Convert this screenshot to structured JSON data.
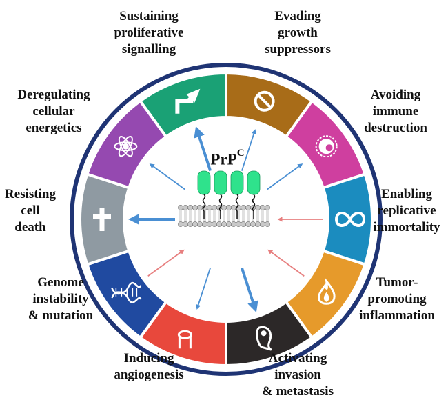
{
  "center": {
    "protein": "PrP",
    "superscript": "C"
  },
  "hallmarks": [
    {
      "id": "sustaining-proliferative-signalling",
      "lines": [
        "Sustaining",
        "proliferative",
        "signalling"
      ],
      "color": "#1aa175",
      "icon": "bent-arrow-icon",
      "arrow_color": "#4a8fd3"
    },
    {
      "id": "evading-growth-suppressors",
      "lines": [
        "Evading",
        "growth",
        "suppressors"
      ],
      "color": "#a86c18",
      "icon": "prohibition-icon",
      "arrow_color": "#4a8fd3"
    },
    {
      "id": "avoiding-immune-destruction",
      "lines": [
        "Avoiding",
        "immune",
        "destruction"
      ],
      "color": "#cf3f9f",
      "icon": "immune-cell-icon",
      "arrow_color": "#4a8fd3"
    },
    {
      "id": "enabling-replicative-immortality",
      "lines": [
        "Enabling",
        "replicative",
        "immortality"
      ],
      "color": "#1b8cbf",
      "icon": "infinity-icon",
      "arrow_color": "#e77f7f"
    },
    {
      "id": "tumor-promoting-inflammation",
      "lines": [
        "Tumor-",
        "promoting",
        "inflammation"
      ],
      "color": "#e69a2b",
      "icon": "flame-icon",
      "arrow_color": "#e77f7f"
    },
    {
      "id": "activating-invasion-metastasis",
      "lines": [
        "Activating",
        "invasion",
        "& metastasis"
      ],
      "color": "#2c2828",
      "icon": "migrating-cell-icon",
      "arrow_color": "#4a8fd3"
    },
    {
      "id": "inducing-angiogenesis",
      "lines": [
        "Inducing",
        "angiogenesis"
      ],
      "color": "#e8483c",
      "icon": "blood-vessel-icon",
      "arrow_color": "#4a8fd3"
    },
    {
      "id": "genome-instability-mutation",
      "lines": [
        "Genome",
        "instability",
        "& mutation"
      ],
      "color": "#204aa0",
      "icon": "dna-helix-icon",
      "arrow_color": "#e77f7f"
    },
    {
      "id": "resisting-cell-death",
      "lines": [
        "Resisting",
        "cell",
        "death"
      ],
      "color": "#8f9aa2",
      "icon": "cross-icon",
      "arrow_color": "#4a8fd3"
    },
    {
      "id": "deregulating-cellular-energetics",
      "lines": [
        "Deregulating",
        "cellular",
        "energetics"
      ],
      "color": "#9549b0",
      "icon": "atom-icon",
      "arrow_color": "#4a8fd3"
    }
  ],
  "colors": {
    "ring_outline": "#1f3474",
    "prion_protein": "#2fe28c",
    "membrane_head": "#c9c9c9",
    "arrow_blue": "#4a8fd3",
    "arrow_pink": "#e77f7f"
  }
}
